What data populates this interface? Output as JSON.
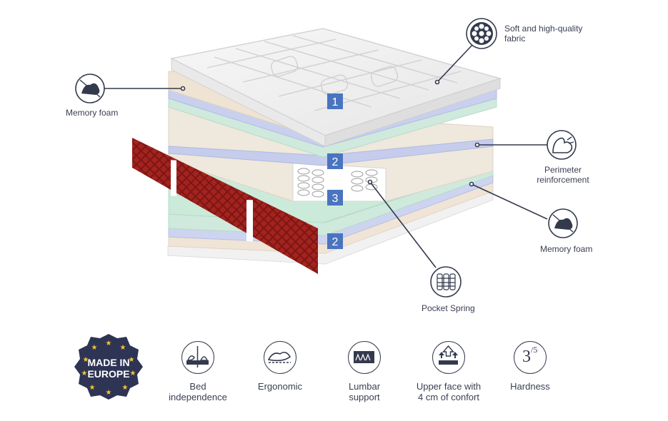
{
  "callouts": {
    "fabric": "Soft and high-quality\nfabric",
    "memory_left": "Memory foam",
    "perimeter": "Perimeter\nreinforcement",
    "memory_right": "Memory foam",
    "pocket": "Pocket Spring"
  },
  "layer_numbers": [
    "1",
    "2",
    "3",
    "2"
  ],
  "badge": {
    "text": "MADE IN\nEUROPE"
  },
  "features": [
    {
      "label": "Bed\nindependence",
      "icon": "bed-independence-icon"
    },
    {
      "label": "Ergonomic",
      "icon": "ergonomic-icon"
    },
    {
      "label": "Lumbar\nsupport",
      "icon": "lumbar-support-icon"
    },
    {
      "label": "Upper face with\n4 cm of confort",
      "icon": "upper-face-icon"
    },
    {
      "label": "Hardness",
      "icon": "hardness-icon",
      "value": "3",
      "scale": "/5"
    }
  ],
  "colors": {
    "navy": "#333a4d",
    "accent_blue": "#4a74c0",
    "handle_red": "#9e2622"
  }
}
